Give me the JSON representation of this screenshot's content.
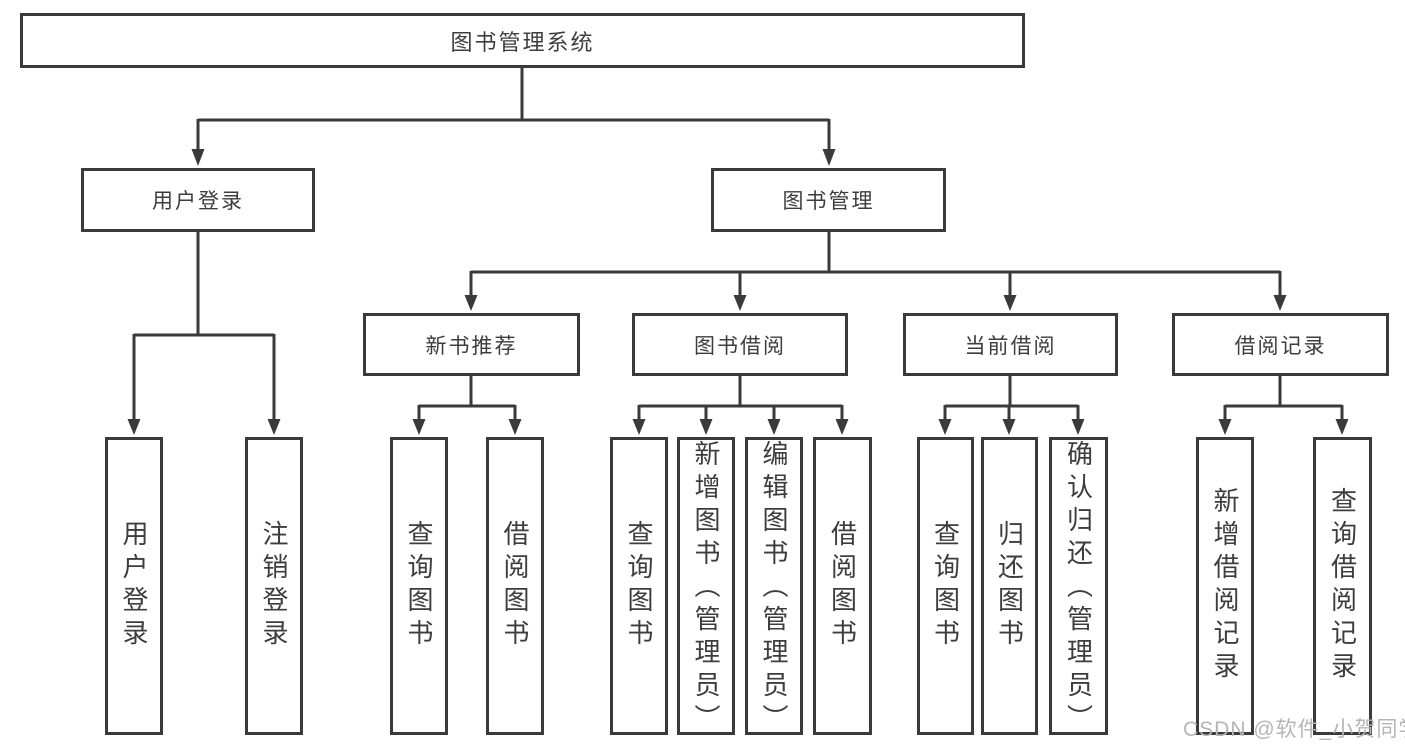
{
  "tree": {
    "root": "图书管理系统",
    "children": [
      {
        "label": "用户登录",
        "children": [
          "用户登录",
          "注销登录"
        ]
      },
      {
        "label": "图书管理",
        "children": [
          {
            "label": "新书推荐",
            "children": [
              "查询图书",
              "借阅图书"
            ]
          },
          {
            "label": "图书借阅",
            "children": [
              "查询图书",
              "新增图书（管理员）",
              "编辑图书（管理员）",
              "借阅图书"
            ]
          },
          {
            "label": "当前借阅",
            "children": [
              "查询图书",
              "归还图书",
              "确认归还（管理员）"
            ]
          },
          {
            "label": "借阅记录",
            "children": [
              "新增借阅记录",
              "查询借阅记录"
            ]
          }
        ]
      }
    ]
  },
  "watermark": {
    "text": "CSDN @软件_小贺同学"
  },
  "colors": {
    "line": "#3a3a3a",
    "text": "#3d3d3d",
    "watermark": "#b5b5b5",
    "background": "#ffffff"
  }
}
